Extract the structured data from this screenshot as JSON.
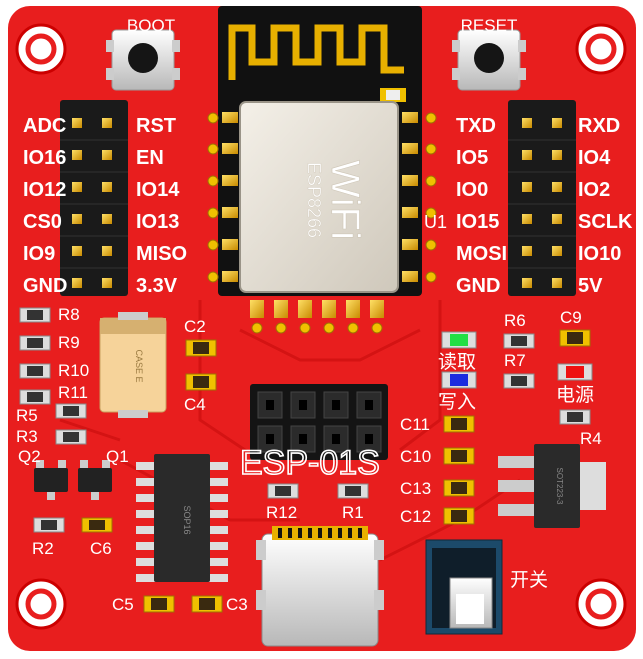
{
  "board": {
    "module": "ESP-01S",
    "chip_brand": "WiFi",
    "chip_name": "ESP8266",
    "u1": "U1",
    "colors": {
      "pcb": "#e81e1e",
      "silk": "#ffffff",
      "gold": "#e8b000",
      "header": "#1a1a1a"
    }
  },
  "buttons": {
    "boot": "BOOT",
    "reset": "RESET",
    "power_switch": "开关"
  },
  "left_header": {
    "outer": [
      "ADC",
      "IO16",
      "IO12",
      "CS0",
      "IO9",
      "GND"
    ],
    "inner": [
      "RST",
      "EN",
      "IO14",
      "IO13",
      "MISO",
      "3.3V"
    ]
  },
  "right_header": {
    "inner": [
      "TXD",
      "IO5",
      "IO0",
      "IO15",
      "MOSI",
      "GND"
    ],
    "outer": [
      "RXD",
      "IO4",
      "IO2",
      "SCLK",
      "IO10",
      "5V"
    ]
  },
  "components": {
    "resistors": [
      "R8",
      "R9",
      "R10",
      "R11",
      "R5",
      "R3",
      "R2",
      "R6",
      "R7",
      "R4",
      "R12",
      "R1"
    ],
    "capacitors": [
      "C2",
      "C4",
      "C6",
      "C9",
      "C11",
      "C10",
      "C13",
      "C12",
      "C5",
      "C3"
    ],
    "transistors": [
      "Q2",
      "Q1"
    ],
    "tantalum": "CASE E",
    "ic_package": "SOP16",
    "regulator": "SOT223-3"
  },
  "leds": {
    "read": "读取",
    "write": "写入",
    "power": "电源"
  }
}
